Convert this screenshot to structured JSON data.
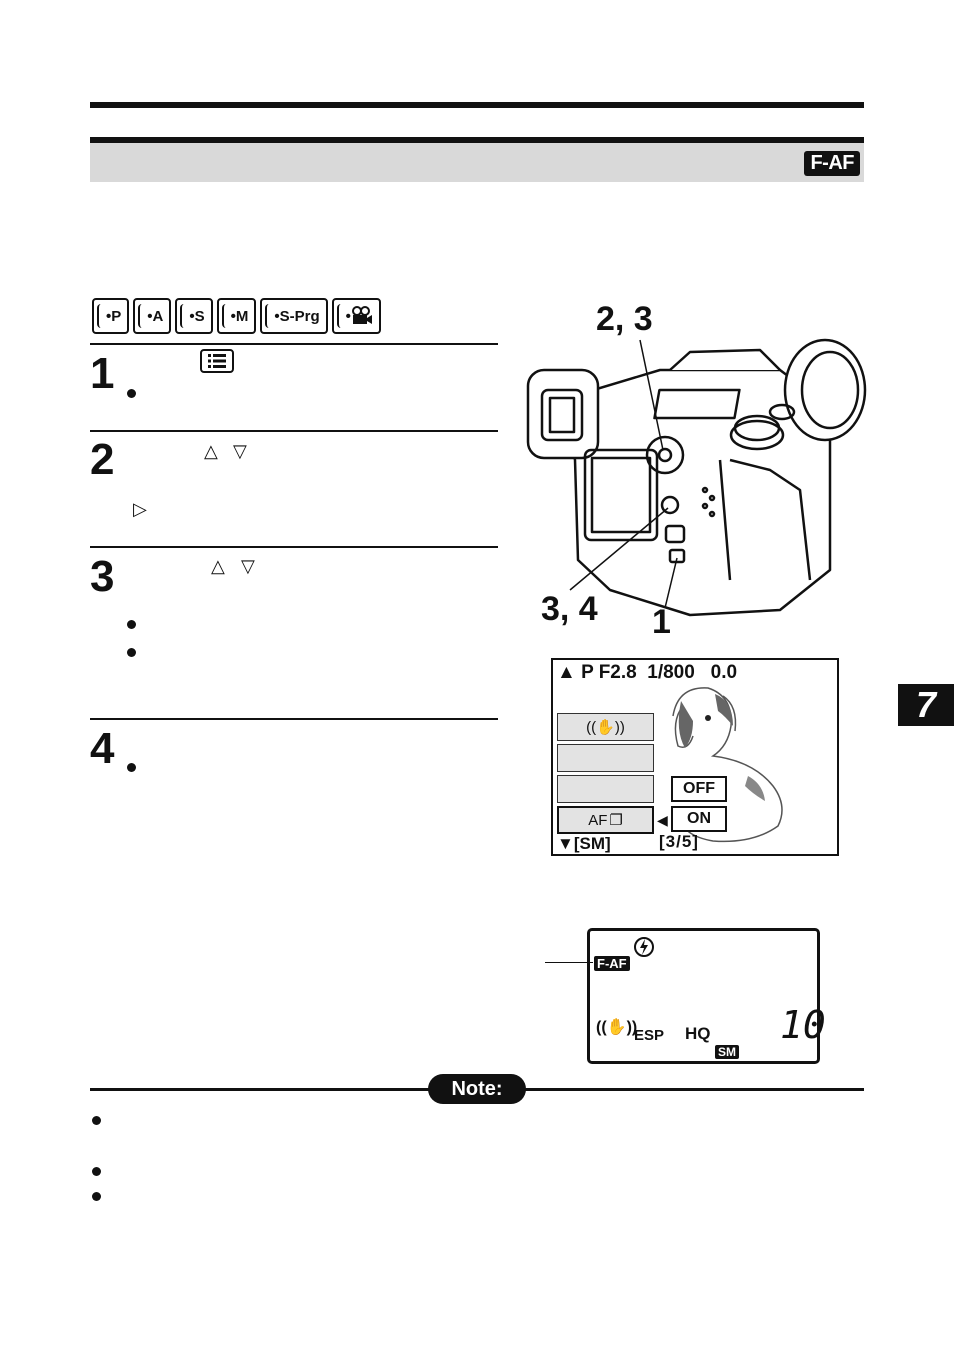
{
  "header": {
    "badge": "F-AF"
  },
  "modes": [
    "•P",
    "•A",
    "•S",
    "•M",
    "•S-Prg",
    "•"
  ],
  "steps": [
    {
      "number": "1"
    },
    {
      "number": "2"
    },
    {
      "number": "3"
    },
    {
      "number": "4"
    }
  ],
  "camera_callouts": {
    "top": "2, 3",
    "left": "3, 4",
    "right": "1"
  },
  "lcd": {
    "top_row": "▲ P F2.8  1/800   0.0",
    "row4_label": "AF",
    "off": "OFF",
    "on": "ON",
    "bottom_left": "▼[SM]",
    "page": "[3/5]"
  },
  "control_panel": {
    "faf": "F-AF",
    "esp": "ESP",
    "quality": "HQ",
    "size": "SM",
    "count": "10"
  },
  "note": {
    "label": "Note:"
  },
  "chapter_tab": "7"
}
